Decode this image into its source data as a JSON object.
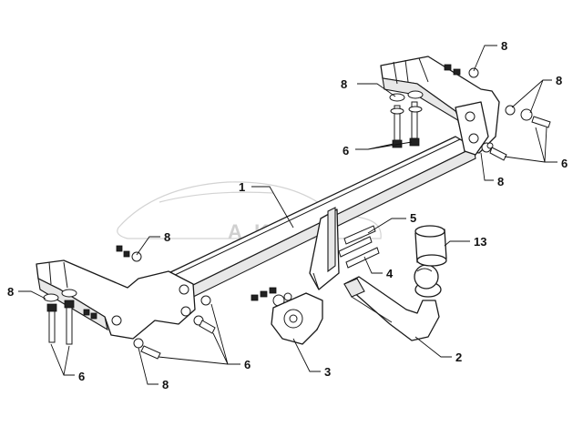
{
  "watermark": {
    "text": "A KA"
  },
  "callouts": {
    "c1": "1",
    "c2": "2",
    "c3": "3",
    "c4": "4",
    "c5": "5",
    "c13": "13",
    "c8_top": "8",
    "c8_upper_left": "8",
    "c8_upper_right": "8",
    "c8_mid_right": "8",
    "c8_left_upper": "8",
    "c8_left": "8",
    "c8_bottom": "8",
    "c6_upper_mid": "6",
    "c6_upper_right": "6",
    "c6_left": "6",
    "c6_bottom": "6"
  }
}
